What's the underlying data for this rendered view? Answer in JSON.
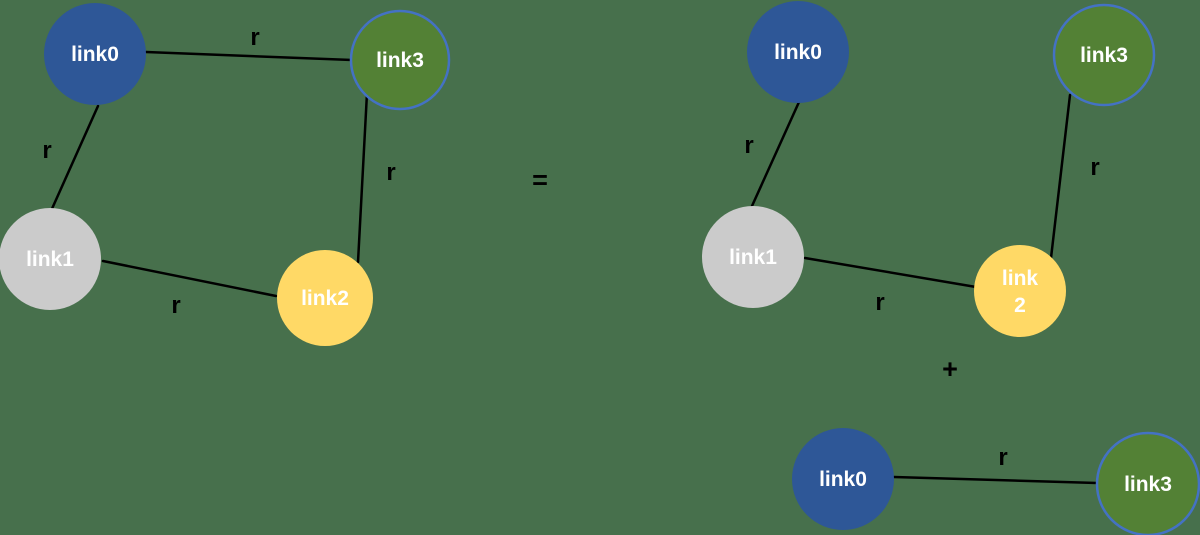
{
  "colors": {
    "background": "#47704c",
    "node_blue": "#2e5797",
    "node_green": "#538135",
    "node_green_border": "#4472c4",
    "node_gray": "#cbcbcb",
    "node_yellow": "#ffd966",
    "edge": "#000000",
    "node_text": "#ffffff",
    "operator_text": "#000000"
  },
  "operators": {
    "equals": "=",
    "plus": "+"
  },
  "left_graph": {
    "nodes": {
      "link0": "link0",
      "link1": "link1",
      "link2": "link2",
      "link3": "link3"
    },
    "edges": {
      "link0_link3": "r",
      "link0_link1": "r",
      "link1_link2": "r",
      "link3_link2": "r"
    }
  },
  "right_top_graph": {
    "nodes": {
      "link0": "link0",
      "link1": "link1",
      "link2_line1": "link",
      "link2_line2": "2",
      "link3": "link3"
    },
    "edges": {
      "link0_link1": "r",
      "link1_link2": "r",
      "link3_link2": "r"
    }
  },
  "right_bottom_graph": {
    "nodes": {
      "link0": "link0",
      "link3": "link3"
    },
    "edges": {
      "link0_link3": "r"
    }
  }
}
